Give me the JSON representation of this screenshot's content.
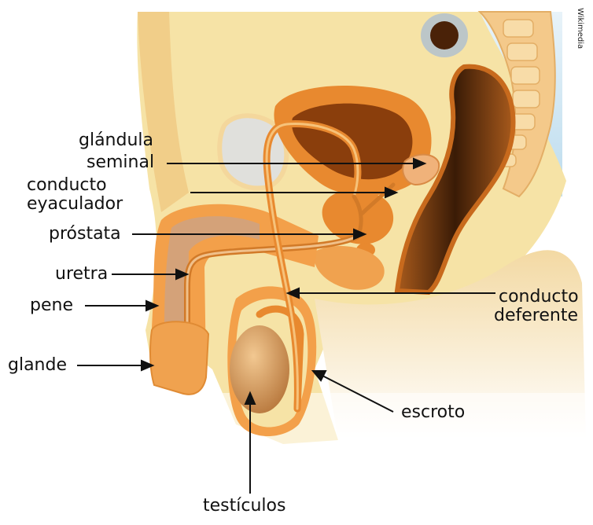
{
  "labels": {
    "glandula_seminal_1": "glándula",
    "glandula_seminal_2": "seminal",
    "conducto_eyaculador_1": "conducto",
    "conducto_eyaculador_2": "eyaculador",
    "prostata": "próstata",
    "uretra": "uretra",
    "pene": "pene",
    "glande": "glande",
    "conducto_deferente_1": "conducto",
    "conducto_deferente_2": "deferente",
    "escroto": "escroto",
    "testiculos": "testículos"
  },
  "credit": "Wikimedia",
  "colors": {
    "skin": "#f6e3a6",
    "skin_light": "#fbefc3",
    "orange": "#e8892f",
    "orange_dark": "#c86a1d",
    "rectum": "#3a1b06",
    "sky": "#cfe6f2",
    "bone": "#f5d08a",
    "testis": "#d9a066",
    "line": "#111111"
  }
}
